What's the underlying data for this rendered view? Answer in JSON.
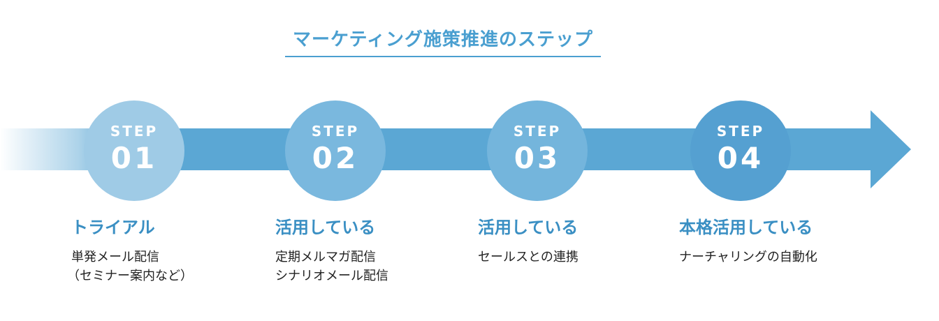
{
  "header": {
    "title": "マーケティング施策推進のステップ"
  },
  "colors": {
    "accent": "#4a9fd0",
    "arrow": "#5ba7d4",
    "circle_1": "#9fcbe6",
    "circle_2": "#7ab8de",
    "circle_3": "#74b5dc",
    "circle_4": "#55a0d1",
    "heading": "#3a8fc3",
    "text": "#222222"
  },
  "steps": [
    {
      "label": "STEP",
      "number": "01",
      "heading": "トライアル",
      "desc": [
        "単発メール配信",
        "（セミナー案内など）"
      ]
    },
    {
      "label": "STEP",
      "number": "02",
      "heading": "活用している",
      "desc": [
        "定期メルマガ配信",
        "シナリオメール配信"
      ]
    },
    {
      "label": "STEP",
      "number": "03",
      "heading": "活用している",
      "desc": [
        "セールスとの連携"
      ]
    },
    {
      "label": "STEP",
      "number": "04",
      "heading": "本格活用している",
      "desc": [
        "ナーチャリングの自動化"
      ]
    }
  ]
}
